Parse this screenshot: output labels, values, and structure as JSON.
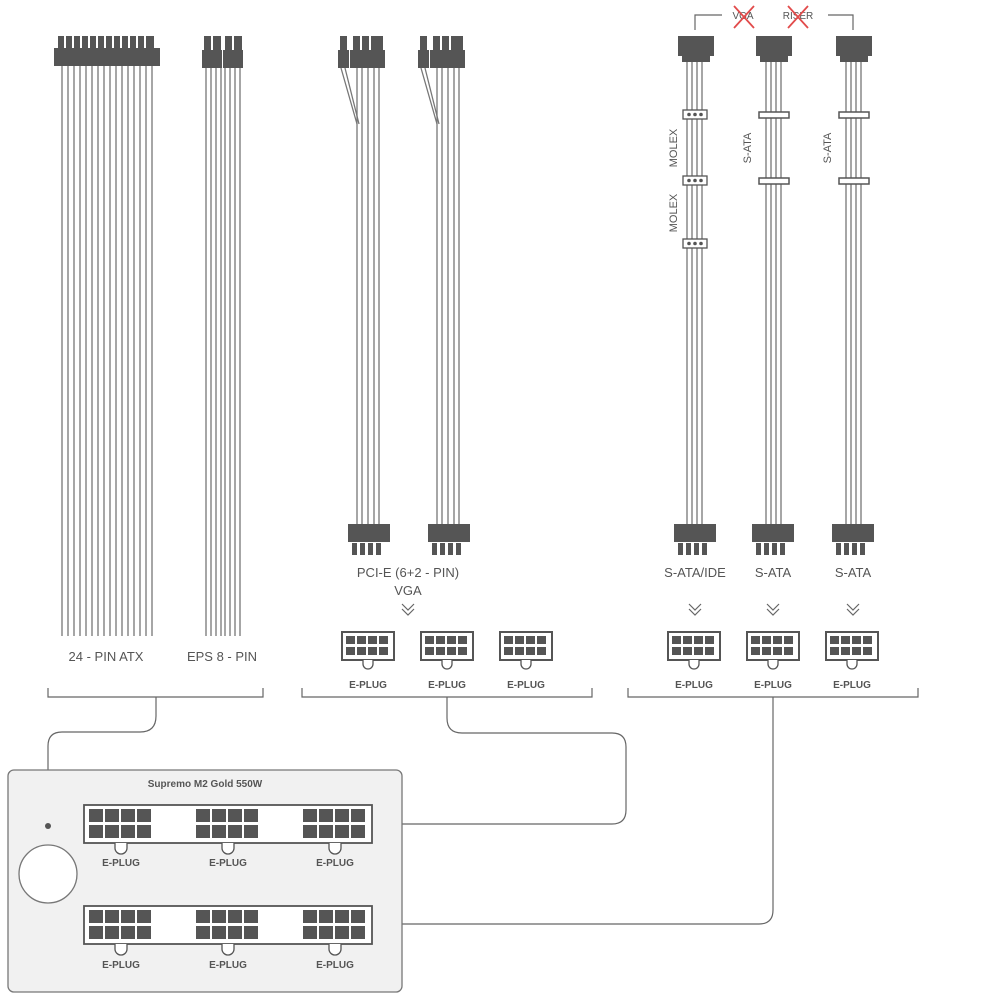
{
  "colors": {
    "connector": "#555555",
    "wire": "#777777",
    "bracket": "#666666",
    "panel": "#f1f1f1",
    "panel_border": "#777777",
    "cross": "#e24b4b"
  },
  "cables": {
    "atx_label": "24 - PIN ATX",
    "eps_label": "EPS 8 - PIN",
    "pcie_label": "PCI-E (6+2 - PIN)",
    "pcie_sublabel": "VGA",
    "sata_ide_label": "S-ATA/IDE",
    "sata_label_1": "S-ATA",
    "sata_label_2": "S-ATA",
    "molex_1": "MOLEX",
    "molex_2": "MOLEX",
    "sata_mid_1": "S-ATA",
    "sata_mid_2": "S-ATA",
    "top_crossed_1": "VGA",
    "top_crossed_2": "RISER"
  },
  "eplug": {
    "label_1": "E-PLUG",
    "label_2": "E-PLUG",
    "label_3": "E-PLUG",
    "label_4": "E-PLUG",
    "label_5": "E-PLUG",
    "label_6": "E-PLUG"
  },
  "psu": {
    "title": "Supremo M2 Gold 550W",
    "socket_label_1": "E-PLUG",
    "socket_label_2": "E-PLUG",
    "socket_label_3": "E-PLUG",
    "socket_label_4": "E-PLUG",
    "socket_label_5": "E-PLUG",
    "socket_label_6": "E-PLUG"
  }
}
